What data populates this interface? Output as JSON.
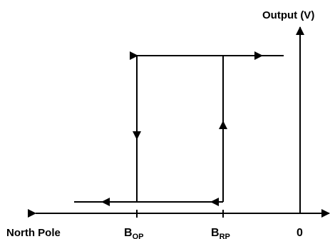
{
  "labels": {
    "y_axis": "Output (V)",
    "x_left": "North Pole",
    "b_op_main": "B",
    "b_op_sub": "OP",
    "b_rp_main": "B",
    "b_rp_sub": "RP",
    "zero": "0"
  }
}
